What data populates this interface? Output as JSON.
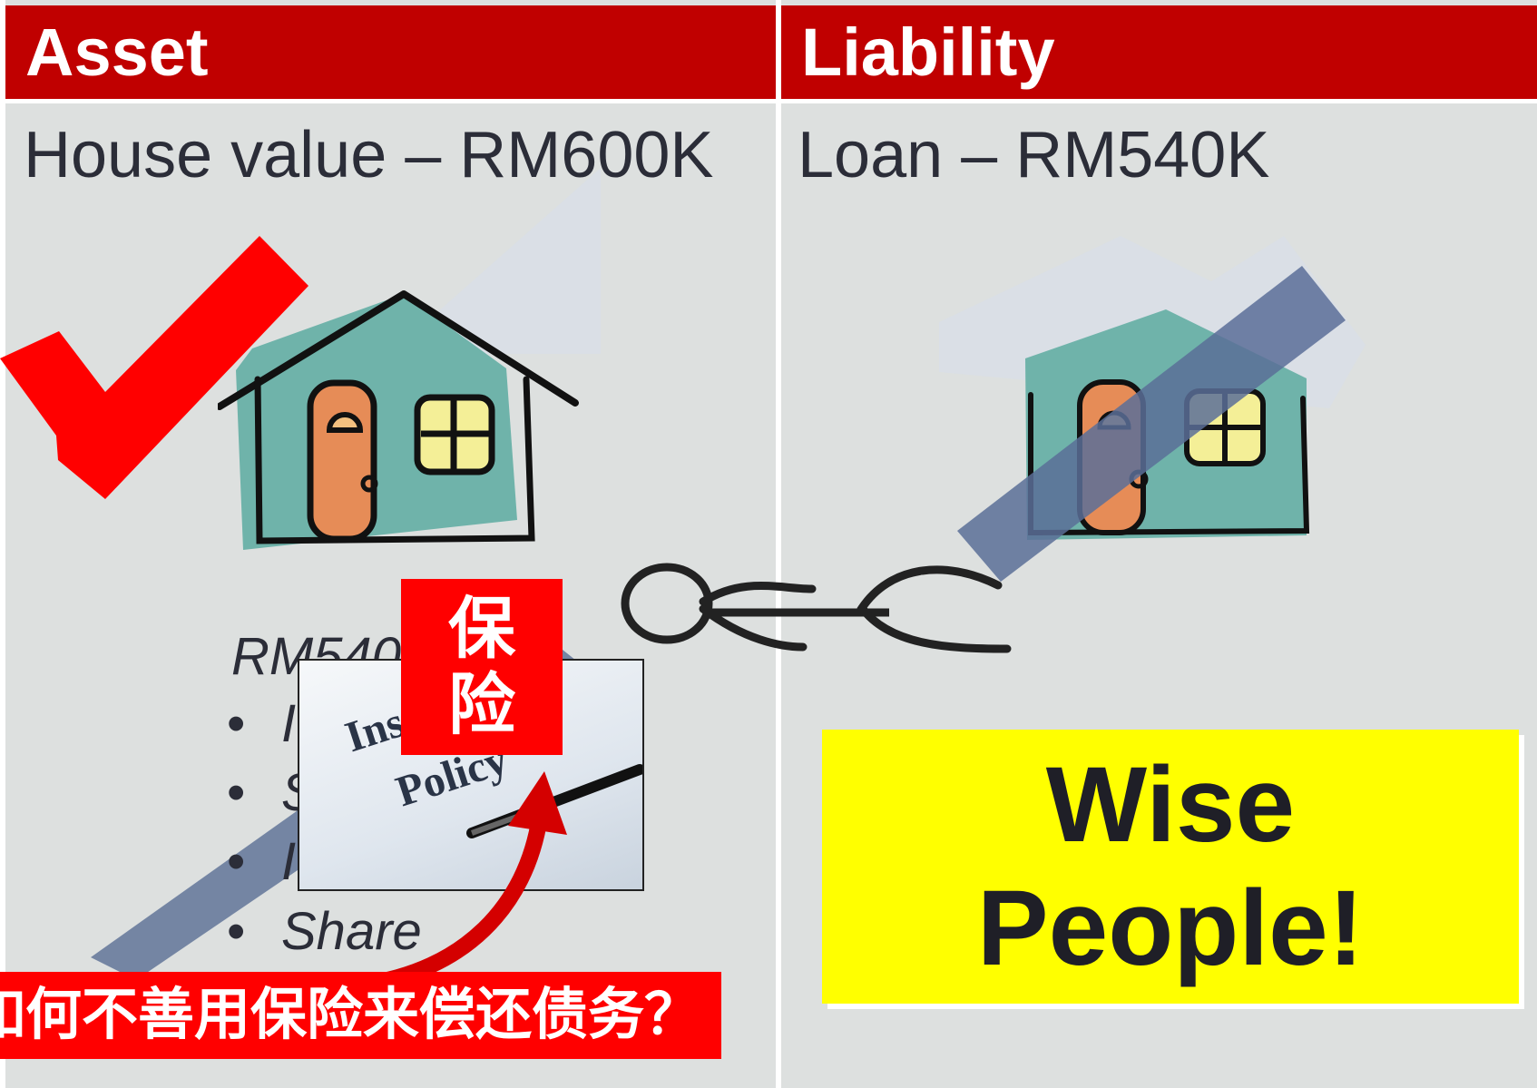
{
  "asset": {
    "header": "Asset",
    "value_text": "House value – RM600K",
    "sub_text": "RM540",
    "bullets": [
      "I",
      "S",
      "I",
      "Share"
    ]
  },
  "liability": {
    "header": "Liability",
    "value_text": "Loan – RM540K"
  },
  "insurance": {
    "tag": "保险",
    "image_line1": "Insur",
    "image_line2": "Policy"
  },
  "banner_text": "如何不善用保险来偿还债务？",
  "callout": {
    "line1": "Wise",
    "line2": "People!"
  },
  "colors": {
    "header_red": "#c00000",
    "accent_red": "#ff0000",
    "panel_gray": "#dde0df",
    "callout_yellow": "#ffff00",
    "arrow_blue": "#6e7f9f",
    "house_teal": "#6fb3aa",
    "door_orange": "#e68c57",
    "window_yellow": "#f4ef97"
  }
}
